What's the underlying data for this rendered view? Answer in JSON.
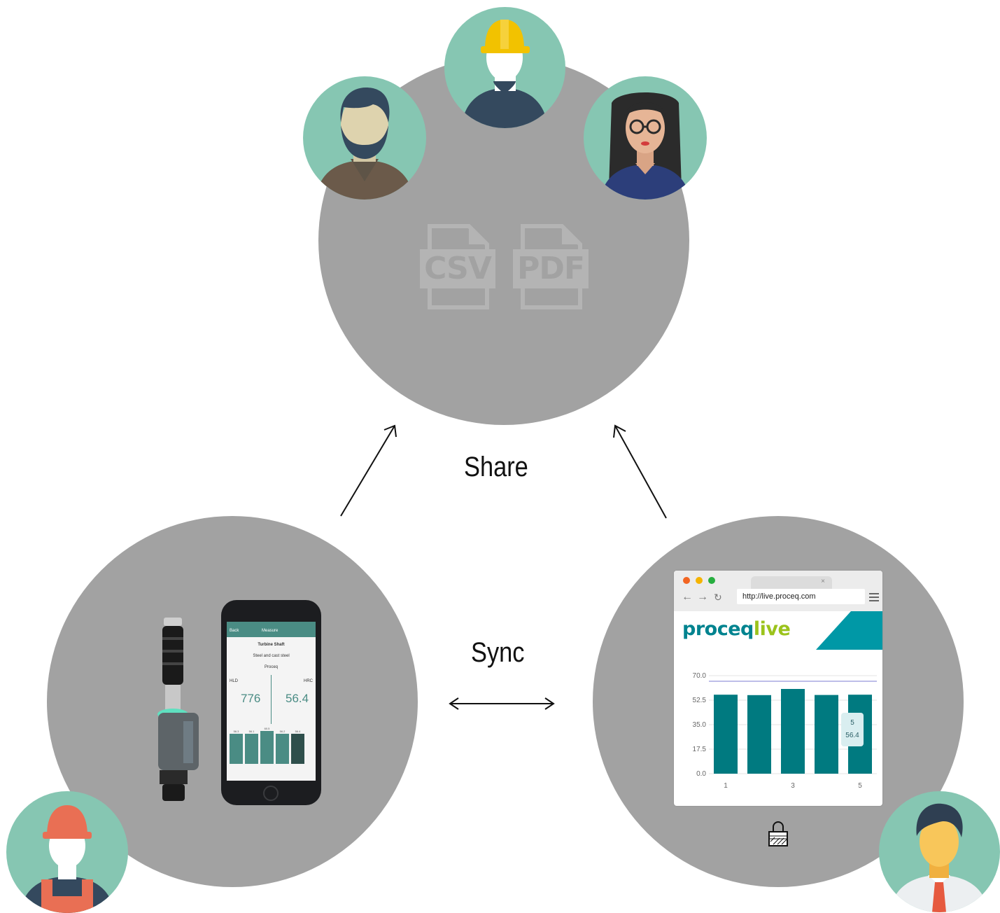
{
  "labels": {
    "share": "Share",
    "sync": "Sync"
  },
  "files": [
    {
      "name": "csv-file-icon",
      "text": "CSV"
    },
    {
      "name": "pdf-file-icon",
      "text": "PDF"
    }
  ],
  "browser": {
    "url": "http://live.proceq.com",
    "logo_part1": "proceq",
    "logo_part2": "live",
    "close_glyph": "×",
    "tooltip": {
      "x": "5",
      "value": "56.4"
    }
  },
  "chart_data": {
    "type": "bar",
    "categories": [
      "1",
      "2",
      "3",
      "4",
      "5"
    ],
    "values": [
      56.4,
      56.1,
      60.5,
      56.2,
      56.4
    ],
    "x_tick_labels": [
      "1",
      "3",
      "5"
    ],
    "y_tick_labels": [
      "70.0",
      "52.5",
      "35.0",
      "17.5",
      "0.0"
    ],
    "ylim": [
      0,
      70
    ],
    "limit_line": 66,
    "bar_color": "#007a80"
  },
  "phone_app": {
    "back": "Back",
    "title": "Measure",
    "object": "Turbine Shaft",
    "material": "Steel and cast steel",
    "standard": "Proceq",
    "left_unit": "HLD",
    "right_unit": "HRC",
    "left_value": "776",
    "right_value": "56.4",
    "bar_labels": [
      "56.3",
      "56.1",
      "60.5",
      "56.2",
      "56.4"
    ]
  },
  "colors": {
    "circle": "#a2a2a2",
    "avatar_bg": "#86c6b2",
    "accent": "#00838f",
    "logo_green": "#9bc31c"
  },
  "icons": {
    "lock": "lock-icon"
  }
}
